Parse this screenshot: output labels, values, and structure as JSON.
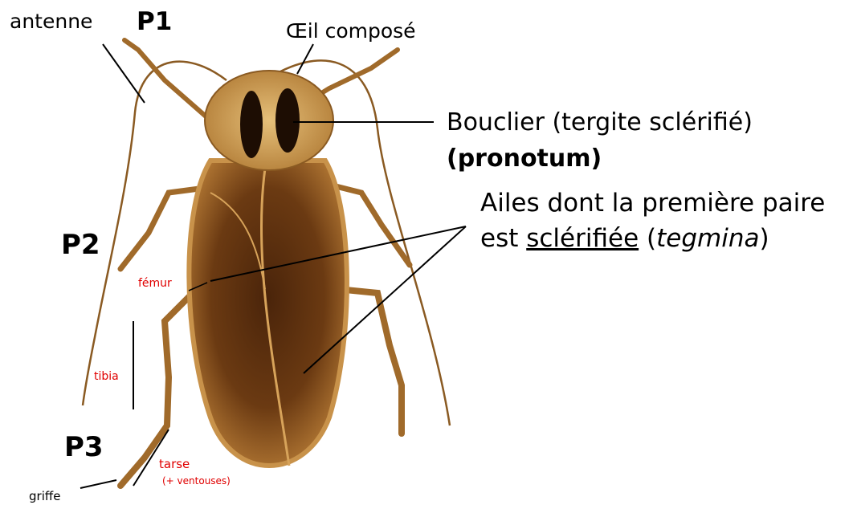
{
  "diagram": {
    "labels": {
      "antenne": "antenne",
      "p1": "P1",
      "oeil": "Œil composé",
      "bouclier": "Bouclier (tergite sclérifié)",
      "pronotum": "(pronotum)",
      "ailes_line1": "Ailes dont la première paire",
      "ailes_line2_prefix": "est ",
      "ailes_line2_underlined": "sclérifiée",
      "ailes_line2_open": " (",
      "ailes_line2_italic": "tegmina",
      "ailes_line2_close": ")",
      "p2": "P2",
      "femur": "fémur",
      "tibia": "tibia",
      "p3": "P3",
      "tarse": "tarse",
      "ventouses": "(+ ventouses)",
      "griffe": "griffe"
    },
    "colors": {
      "label_black": "#000000",
      "label_red": "#e00000",
      "body_dark": "#3d1d07",
      "body_mid": "#7a4514",
      "body_light": "#c98d42",
      "leg": "#a06a2a"
    }
  }
}
